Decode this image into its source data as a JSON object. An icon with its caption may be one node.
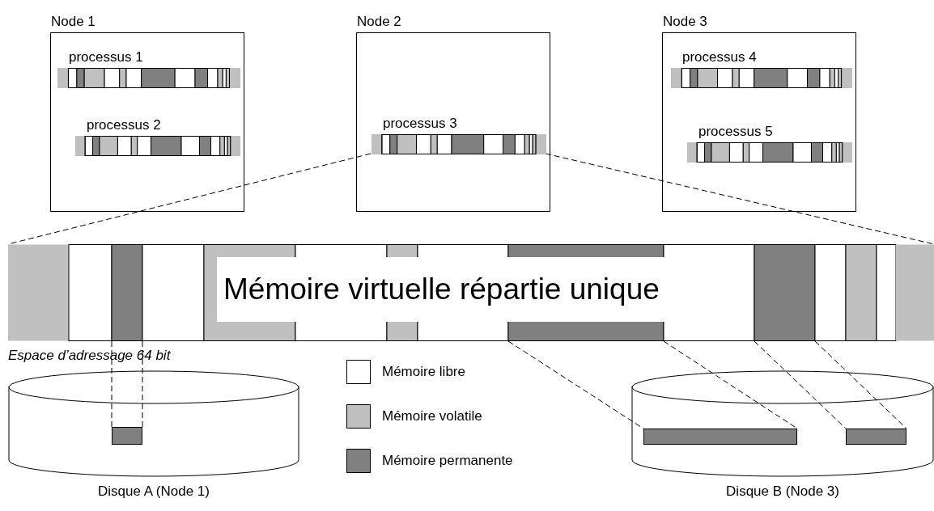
{
  "diagram": {
    "nodes": [
      {
        "text": [
          "Node 1"
        ]
      },
      {
        "text": [
          "processus 1"
        ],
        "in": 0
      },
      {
        "text": [
          "processus 2"
        ],
        "in": 0
      },
      {
        "text": [
          "Node 2"
        ]
      },
      {
        "text": [
          "processus 3"
        ],
        "in": 3
      },
      {
        "text": [
          "Node 3"
        ]
      },
      {
        "text": [
          "processus 4"
        ],
        "in": 5
      },
      {
        "text": [
          "processus 5"
        ],
        "in": 5
      },
      {
        "text": [
          "Mémoire virtuelle répartie unique"
        ]
      },
      {
        "text": [
          "Disque A (Node 1)"
        ]
      },
      {
        "text": [
          "Disque B (Node 3)"
        ]
      },
      {
        "text": [],
        "shape": "bar",
        "in": 9
      },
      {
        "text": [],
        "shape": "bar",
        "in": 10
      },
      {
        "text": [],
        "shape": "bar",
        "in": 10
      }
    ],
    "edges": [
      {
        "from": 4,
        "to": 8,
        "arrow": "none",
        "style": "dashed"
      },
      {
        "from": 4,
        "to": 8,
        "arrow": "none",
        "style": "dashed"
      },
      {
        "from": 8,
        "to": 11,
        "arrow": "none",
        "style": "dashed"
      },
      {
        "from": 8,
        "to": 11,
        "arrow": "none",
        "style": "dashed"
      },
      {
        "from": 8,
        "to": 12,
        "arrow": "none",
        "style": "dashed"
      },
      {
        "from": 8,
        "to": 12,
        "arrow": "none",
        "style": "dashed"
      },
      {
        "from": 8,
        "to": 13,
        "arrow": "none",
        "style": "dashed"
      },
      {
        "from": 8,
        "to": 13,
        "arrow": "none",
        "style": "dashed"
      }
    ],
    "labels": [
      "Espace d’adressage 64 bit"
    ],
    "legend": [
      {
        "text": "Mémoire libre",
        "color": "#ffffff"
      },
      {
        "text": "Mémoire volatile",
        "color": "#c0c0c0"
      },
      {
        "text": "Mémoire permanente",
        "color": "#808080"
      }
    ]
  }
}
